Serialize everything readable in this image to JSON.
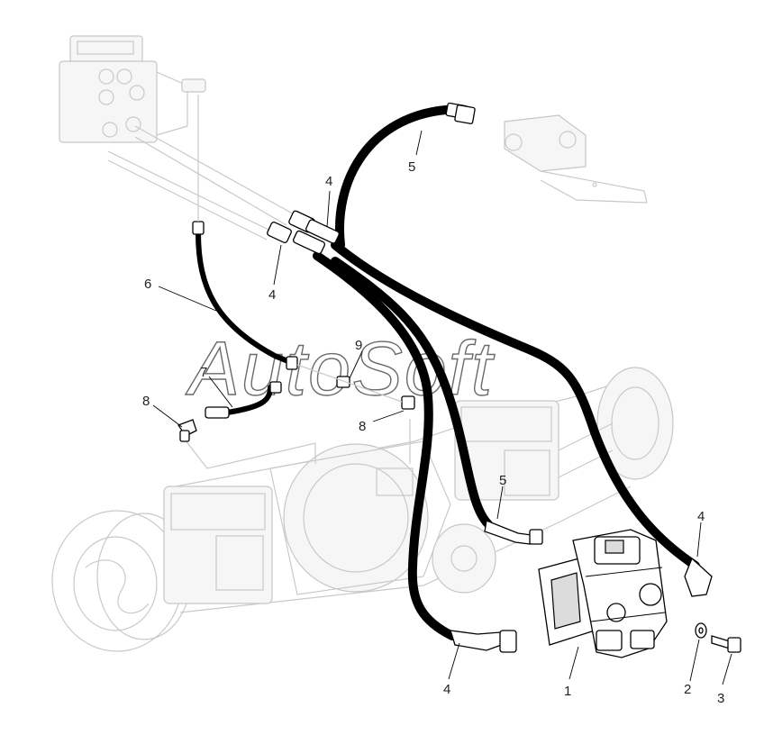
{
  "watermark": {
    "text": "AutoSoft"
  },
  "callouts": [
    {
      "id": "c5-top",
      "label": "5"
    },
    {
      "id": "c4-top",
      "label": "4"
    },
    {
      "id": "c4-mid",
      "label": "4"
    },
    {
      "id": "c6",
      "label": "6"
    },
    {
      "id": "c7",
      "label": "7"
    },
    {
      "id": "c9",
      "label": "9"
    },
    {
      "id": "c8-left",
      "label": "8"
    },
    {
      "id": "c8-right",
      "label": "8"
    },
    {
      "id": "c5-low",
      "label": "5"
    },
    {
      "id": "c4-right",
      "label": "4"
    },
    {
      "id": "c4-bottom",
      "label": "4"
    },
    {
      "id": "c1",
      "label": "1"
    },
    {
      "id": "c2",
      "label": "2"
    },
    {
      "id": "c3",
      "label": "3"
    }
  ]
}
